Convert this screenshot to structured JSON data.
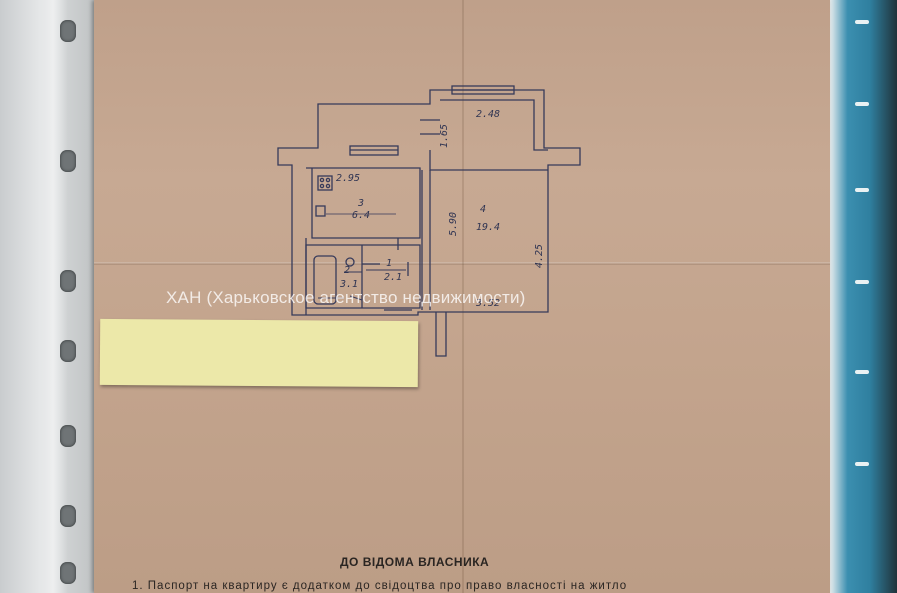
{
  "floor_plan": {
    "rooms": [
      {
        "number": "1",
        "area": "2.1"
      },
      {
        "number": "2",
        "area": "3.1"
      },
      {
        "number": "3",
        "area": "6.4"
      },
      {
        "number": "4",
        "area": "19.4"
      }
    ],
    "dimensions": {
      "balcony_width": "2.48",
      "balcony_depth": "1.65",
      "kitchen_width": "2.95",
      "room_length": "5.90",
      "room_depth": "4.25",
      "room_bottom": "3.52"
    }
  },
  "watermark": "ХАН (Харьковское агентство недвижимости)",
  "document": {
    "heading": "ДО ВІДОМА ВЛАСНИКА",
    "line_1": "1. Паспорт на квартиру є додатком до свідоцтва про право власності на житло"
  },
  "colors": {
    "paper": "#c3a48d",
    "ink": "#2f3452",
    "sticky_note": "#ece8a9",
    "folder": "#2f7f9f"
  }
}
